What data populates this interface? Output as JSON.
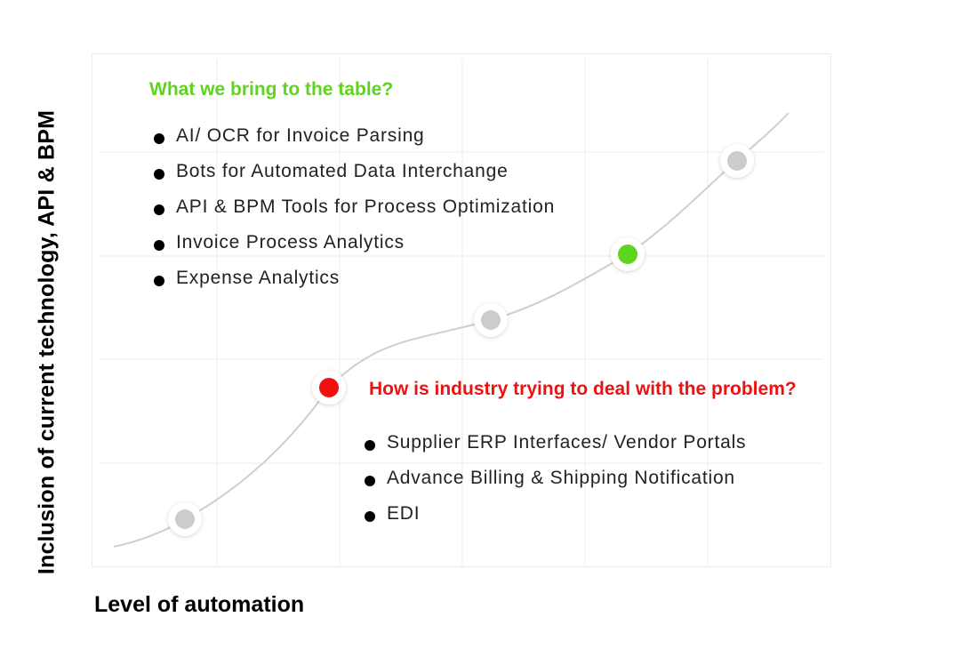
{
  "axes": {
    "y_label": "Inclusion of current technology, API & BPM",
    "x_label": "Level of automation"
  },
  "top_section": {
    "heading": "What we bring to the table?",
    "items": [
      "AI/ OCR for Invoice Parsing",
      "Bots for Automated Data Interchange",
      "API & BPM Tools for Process Optimization",
      "Invoice Process Analytics",
      "Expense Analytics"
    ]
  },
  "mid_section": {
    "heading": "How is industry trying to deal with the problem?",
    "items": [
      "Supplier ERP Interfaces/ Vendor Portals",
      "Advance Billing & Shipping Notification",
      "EDI"
    ]
  },
  "colors": {
    "top_heading": "#5fd31f",
    "mid_heading": "#ee1111",
    "curve": "#cfcfcf",
    "grid": "#ececec",
    "marker_gray": "#cccccc",
    "marker_red": "#f21010",
    "marker_green": "#5fd31f"
  },
  "markers": [
    {
      "name": "marker-1",
      "color": "marker_gray"
    },
    {
      "name": "marker-2-industry",
      "color": "marker_red"
    },
    {
      "name": "marker-3",
      "color": "marker_gray"
    },
    {
      "name": "marker-4-we-bring",
      "color": "marker_green"
    },
    {
      "name": "marker-5",
      "color": "marker_gray"
    }
  ]
}
